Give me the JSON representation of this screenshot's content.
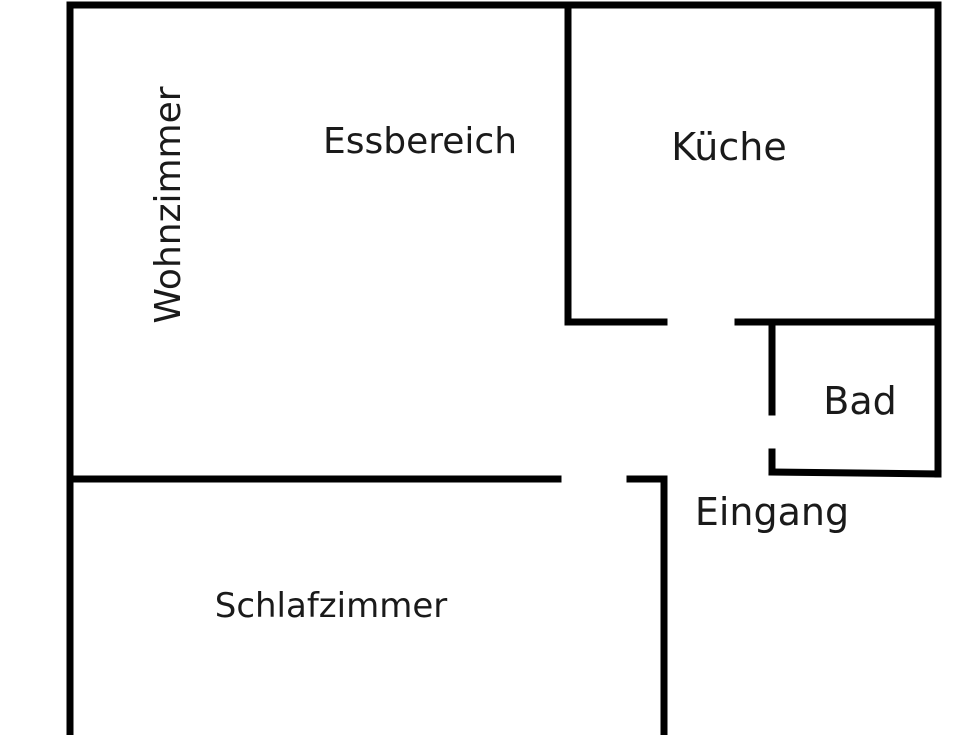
{
  "diagram": {
    "rooms": {
      "wohnzimmer": "Wohnzimmer",
      "essbereich": "Essbereich",
      "kueche": "Küche",
      "bad": "Bad",
      "eingang": "Eingang",
      "schlafzimmer": "Schlafzimmer"
    },
    "colors": {
      "wall": "#000000",
      "label": "#1a1a1a",
      "background": "#ffffff"
    }
  }
}
